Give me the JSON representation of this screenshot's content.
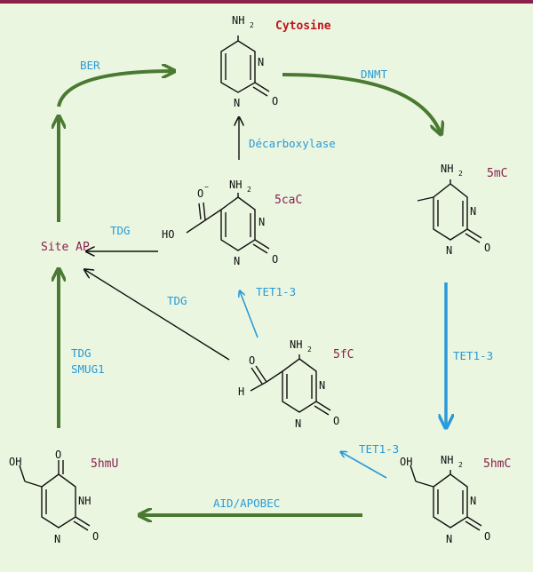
{
  "molecules": {
    "cytosine": "Cytosine",
    "m5c": "5mC",
    "hmc": "5hmC",
    "fc": "5fC",
    "cac": "5caC",
    "hmu": "5hmU",
    "site_ap": "Site AP"
  },
  "enzymes": {
    "ber": "BER",
    "dnmt": "DNMT",
    "decarboxylase": "Décarboxylase",
    "tdg_top": "TDG",
    "tdg_mid": "TDG",
    "tdg_left": "TDG",
    "smug1": "SMUG1",
    "tet_right": "TET1-3",
    "tet_mid": "TET1-3",
    "tet_low": "TET1-3",
    "aid": "AID/APOBEC"
  },
  "atoms": {
    "n": "N",
    "o": "O",
    "nh": "NH",
    "h": "H",
    "ho": "HO",
    "oh": "OH",
    "minus": "−",
    "sub2": "2"
  },
  "colors": {
    "green": "#4a7a32",
    "blue": "#2a9ad8",
    "black": "#111111",
    "maroon": "#8a1f4e",
    "red": "#c0141c",
    "background": "#ebf6e0"
  }
}
